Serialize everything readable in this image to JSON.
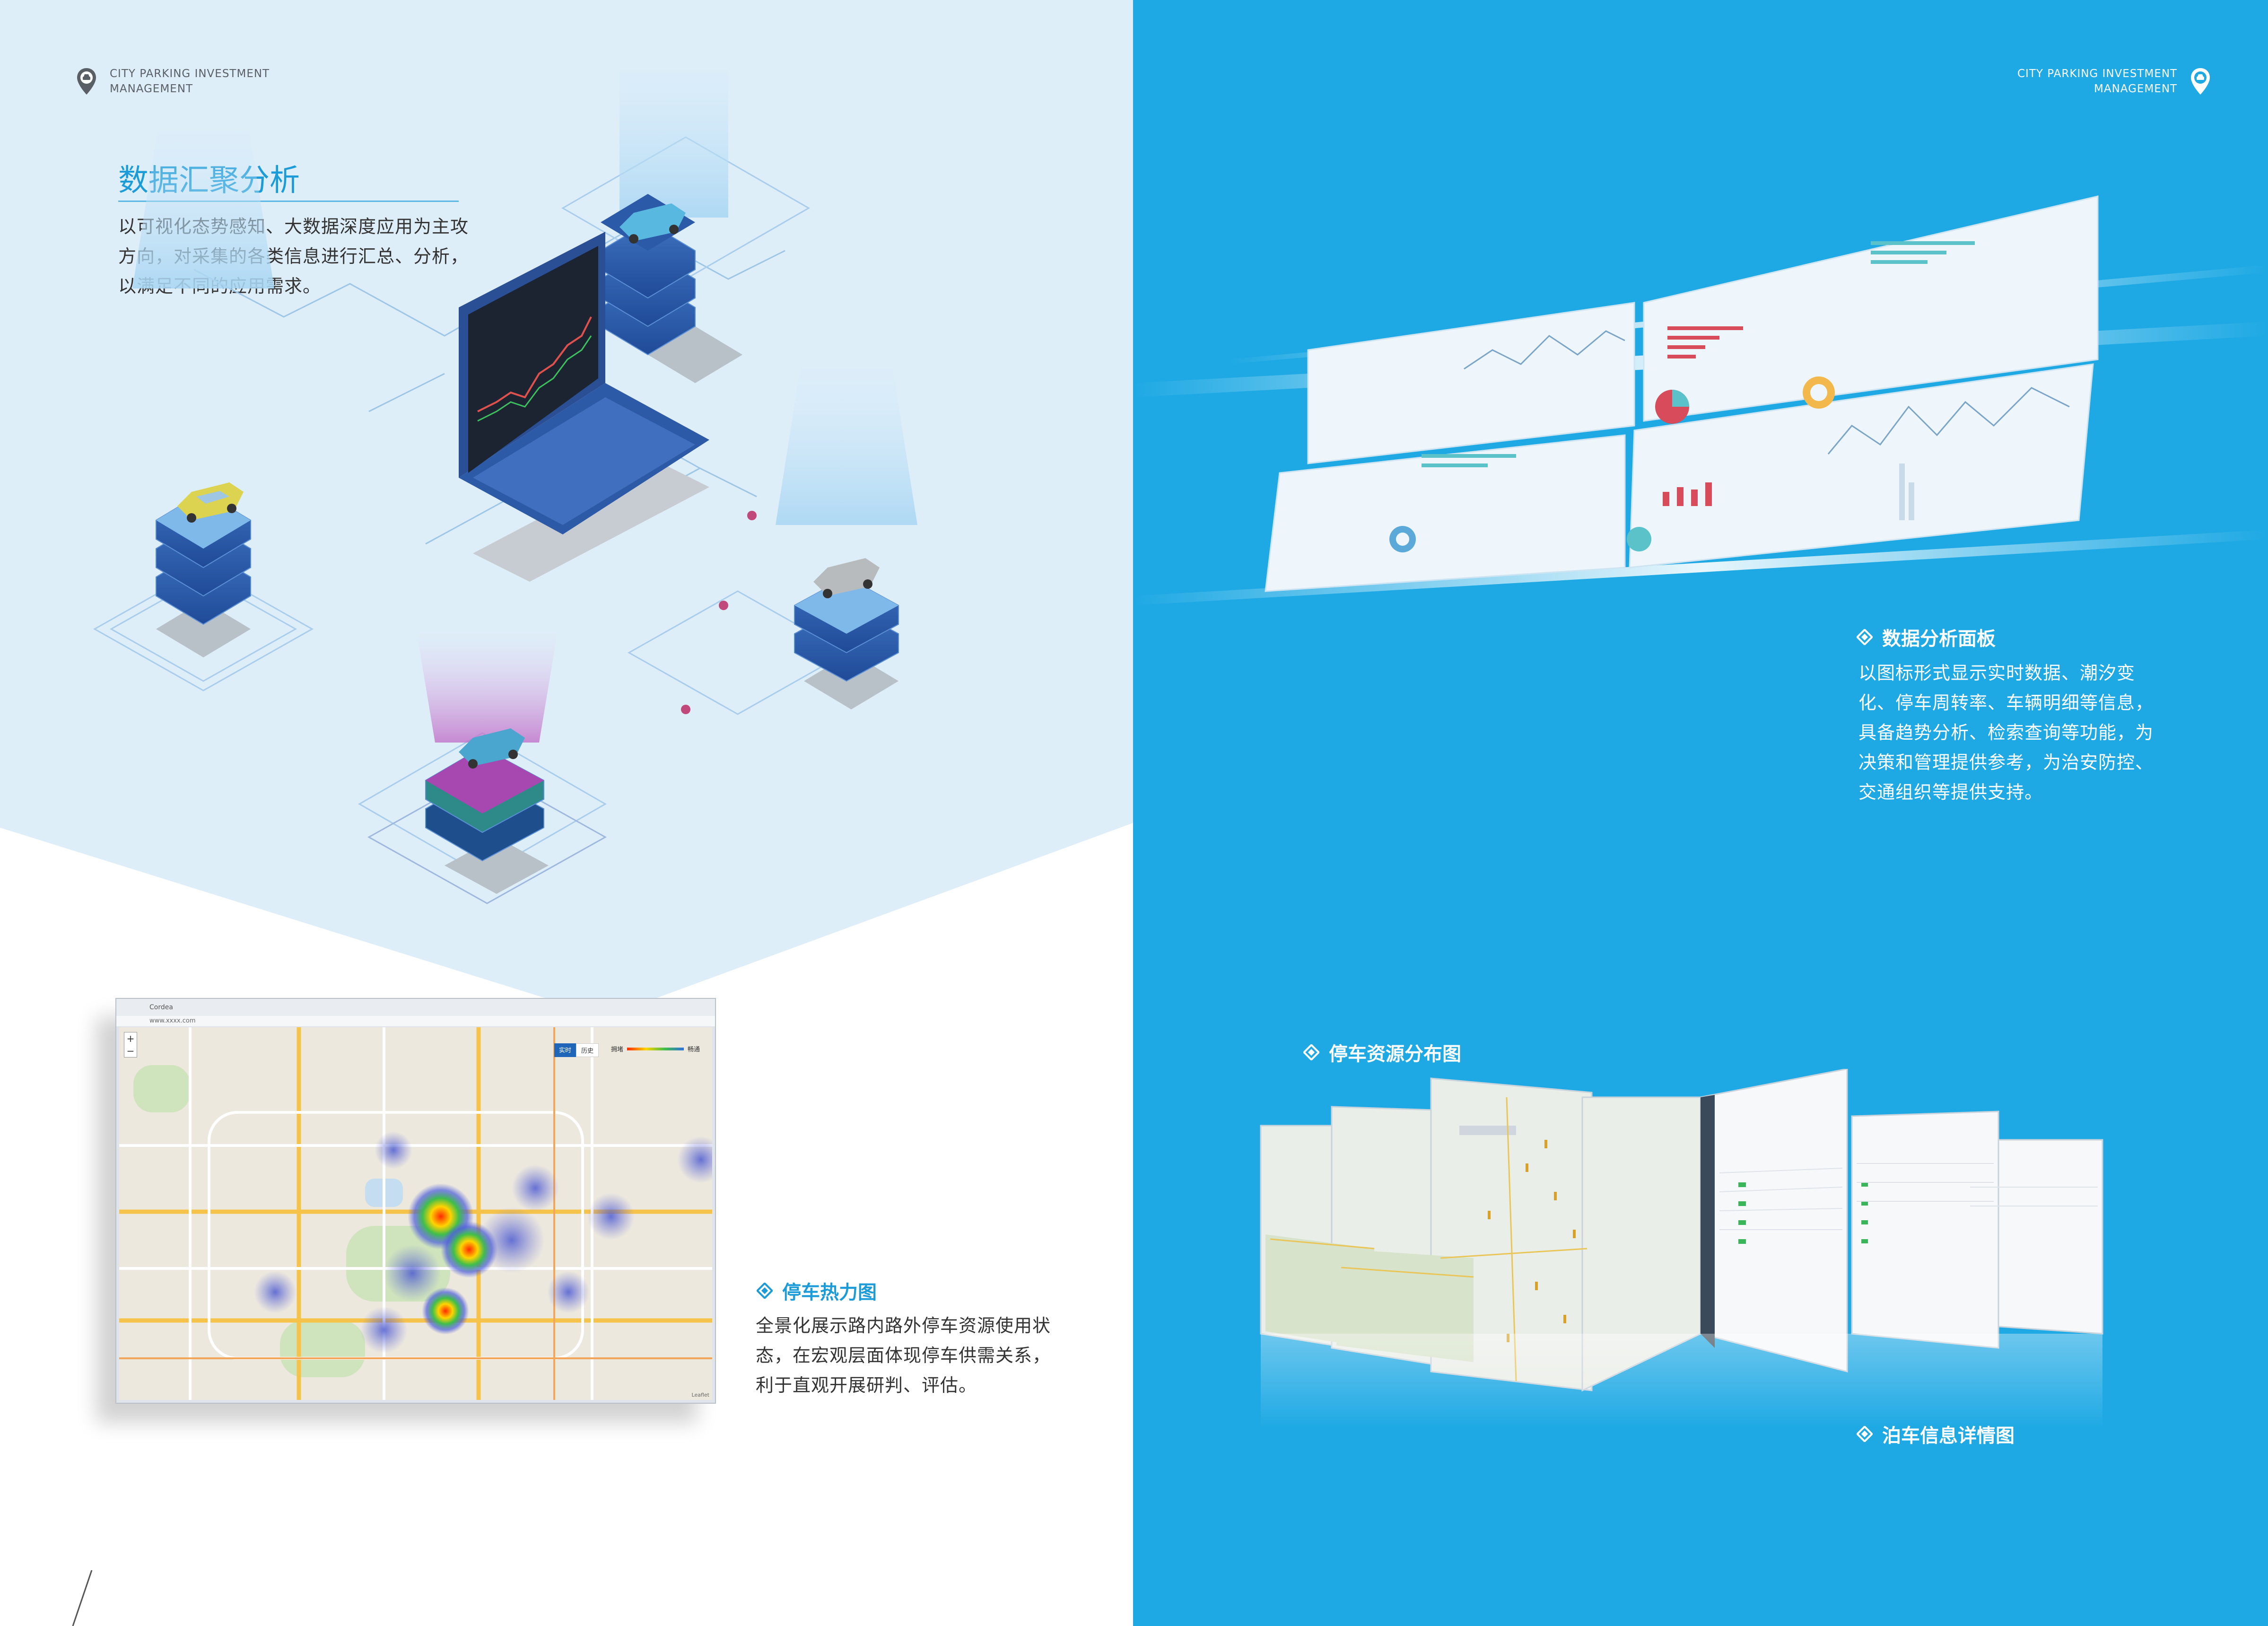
{
  "brand": {
    "line1": "CITY PARKING INVESTMENT",
    "line2": "MANAGEMENT"
  },
  "left": {
    "title": "数据汇聚分析",
    "intro_lines": [
      "以可视化态势感知、大数据深度应用为主攻",
      "方向，对采集的各类信息进行汇总、分析，",
      "以满足不同的应用需求。"
    ],
    "heatmap": {
      "heading": "停车热力图",
      "lines": [
        "全景化展示路内路外停车资源使用状",
        "态，在宏观层面体现停车供需关系，",
        "利于直观开展研判、评估。"
      ],
      "browser_tab": "Cordea",
      "url": "www.xxxx.com",
      "toggle": [
        "实时",
        "历史"
      ],
      "legend_low": "拥堵",
      "legend_high": "畅通",
      "attribution": "Leaflet"
    }
  },
  "right": {
    "dashboard": {
      "heading": "数据分析面板",
      "lines": [
        "以图标形式显示实时数据、潮汐变",
        "化、停车周转率、车辆明细等信息，",
        "具备趋势分析、检索查询等功能，为",
        "决策和管理提供参考，为治安防控、",
        "交通组织等提供支持。"
      ]
    },
    "distribution": {
      "heading": "停车资源分布图"
    },
    "details": {
      "heading": "泊车信息详情图"
    }
  },
  "colors": {
    "right_bg": "#1ea9e4",
    "accent": "#1b9bd8",
    "tri_bg": "#deeef9"
  },
  "icons": [
    "map-pin-car-icon",
    "diamond-bullet-icon",
    "zoom-in-icon",
    "zoom-out-icon"
  ]
}
